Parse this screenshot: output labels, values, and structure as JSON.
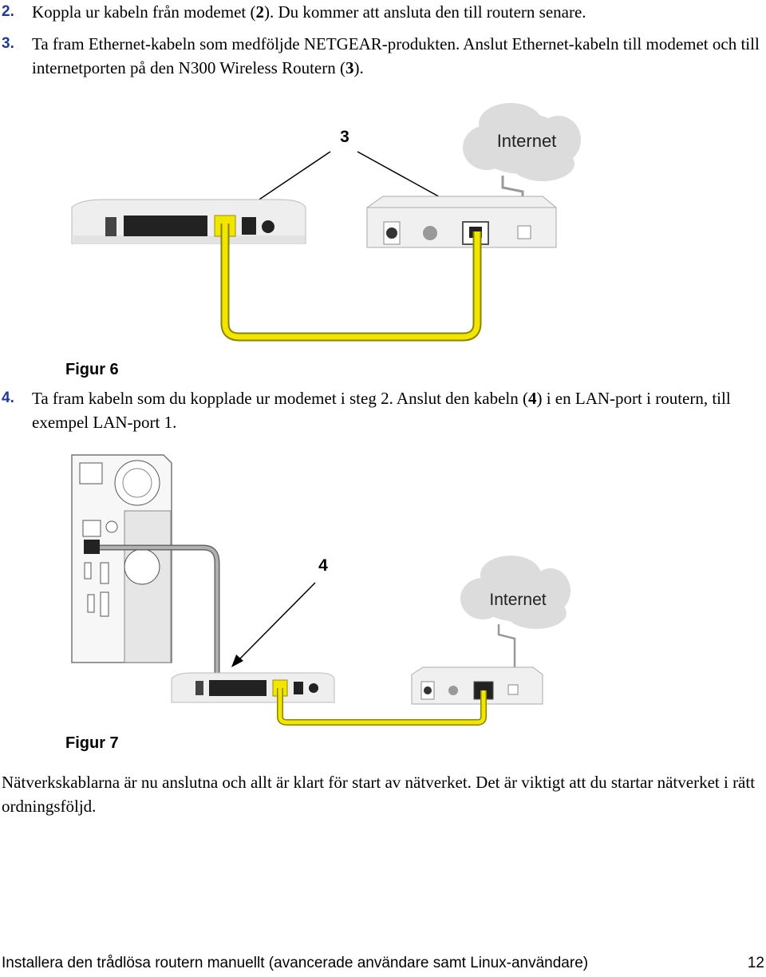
{
  "steps": [
    {
      "num": "2.",
      "pre": "Koppla ur kabeln från modemet (",
      "ref": "2",
      "post": "). Du kommer att ansluta den till routern senare."
    },
    {
      "num": "3.",
      "pre": "Ta fram Ethernet-kabeln som medföljde NETGEAR-produkten. Anslut Ethernet-kabeln till modemet och till internetporten på den N300 Wireless Routern (",
      "ref": "3",
      "post": ")."
    },
    {
      "num": "4.",
      "pre": "Ta fram kabeln som du kopplade ur modemet i steg 2. Anslut den kabeln (",
      "ref": "4",
      "post": ") i en LAN-port i routern, till exempel LAN-port 1."
    }
  ],
  "figures": [
    {
      "caption": "Figur 6",
      "callout": "3",
      "cloud_label": "Internet"
    },
    {
      "caption": "Figur 7",
      "callout": "4",
      "cloud_label": "Internet"
    }
  ],
  "closing_text": "Nätverkskablarna är nu anslutna och allt är klart för start av nätverket. Det är viktigt att du startar nätverket i rätt ordningsföljd.",
  "footer": {
    "title": "Installera den trådlösa routern manuellt (avancerade användare samt Linux-användare)",
    "page": "12"
  },
  "colors": {
    "step_number": "#1f3a93",
    "cable_yellow": "#f2e600",
    "cable_gray": "#b0b0b0"
  }
}
